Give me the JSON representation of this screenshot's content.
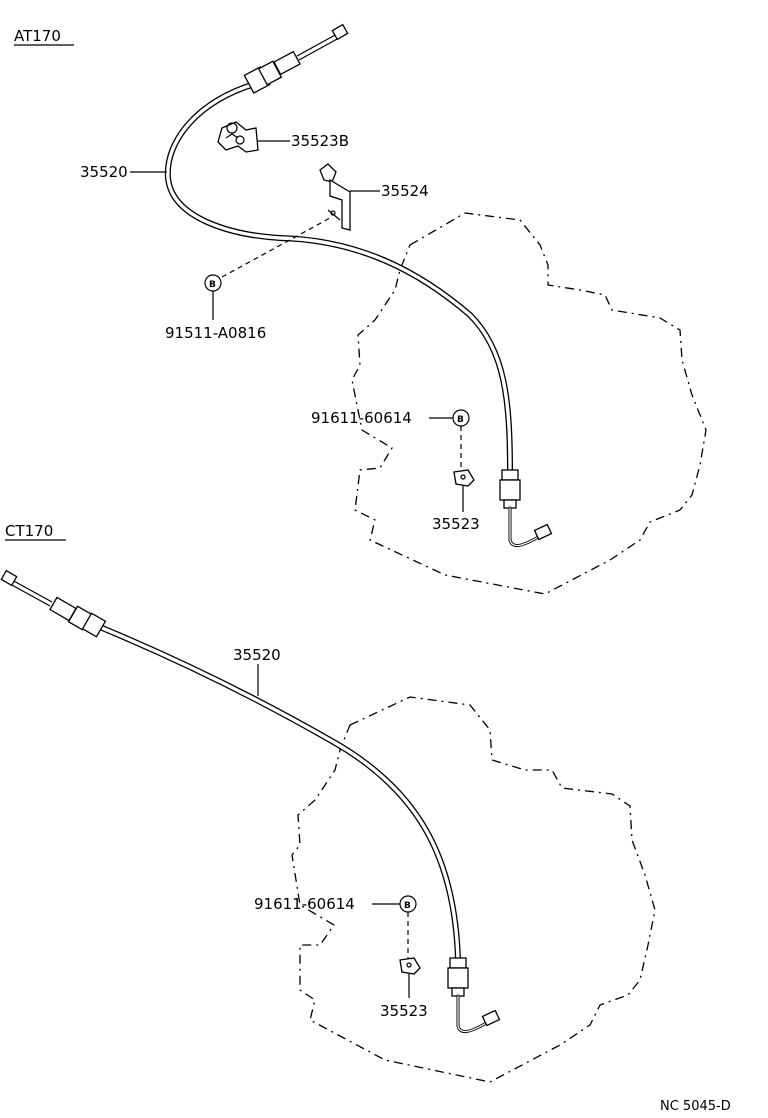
{
  "sections": {
    "top": {
      "title": "AT170",
      "labels": {
        "cable": "35520",
        "clamp": "35523B",
        "bracket": "35524",
        "bolt_code": "91511-A0816",
        "bolt_mark": "B",
        "lower_bolt_code": "91611-60614",
        "lower_bolt_mark": "B",
        "retainer": "35523"
      }
    },
    "bottom": {
      "title": "CT170",
      "labels": {
        "cable": "35520",
        "lower_bolt_code": "91611-60614",
        "lower_bolt_mark": "B",
        "retainer": "35523"
      }
    }
  },
  "footer": {
    "code": "NC 5045-D"
  }
}
